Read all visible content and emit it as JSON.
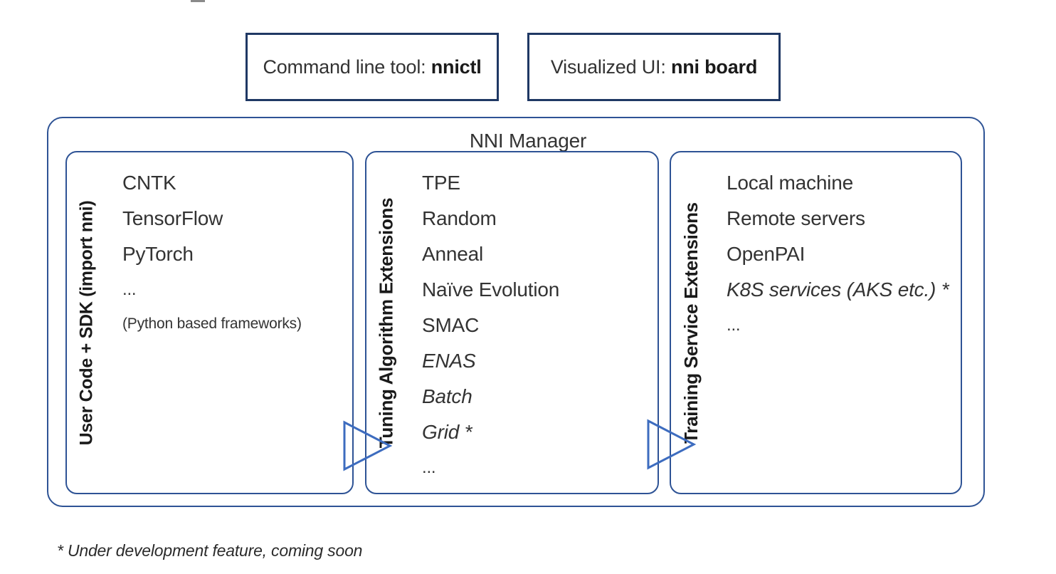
{
  "top_boxes": [
    {
      "prefix": "Command line tool: ",
      "strong": "nnictl"
    },
    {
      "prefix": "Visualized UI: ",
      "strong": "nni board"
    }
  ],
  "manager": {
    "title": "NNI Manager"
  },
  "panels": [
    {
      "vlabel": "User Code + SDK (import nni)",
      "items": [
        {
          "text": "CNTK",
          "style": "normal"
        },
        {
          "text": "TensorFlow",
          "style": "normal"
        },
        {
          "text": "PyTorch",
          "style": "normal"
        },
        {
          "text": "...",
          "style": "ellipsis"
        },
        {
          "text": "(Python based frameworks)",
          "style": "small"
        }
      ]
    },
    {
      "vlabel": "Tuning Algorithm Extensions",
      "items": [
        {
          "text": "TPE",
          "style": "normal"
        },
        {
          "text": "Random",
          "style": "normal"
        },
        {
          "text": "Anneal",
          "style": "normal"
        },
        {
          "text": "Naïve Evolution",
          "style": "normal"
        },
        {
          "text": "SMAC",
          "style": "normal"
        },
        {
          "text": "ENAS",
          "style": "italic"
        },
        {
          "text": "Batch",
          "style": "italic"
        },
        {
          "text": "Grid *",
          "style": "italic"
        },
        {
          "text": "...",
          "style": "ellipsis"
        }
      ]
    },
    {
      "vlabel": "Training Service Extensions",
      "items": [
        {
          "text": "Local machine",
          "style": "normal"
        },
        {
          "text": "Remote servers",
          "style": "normal"
        },
        {
          "text": "OpenPAI",
          "style": "normal"
        },
        {
          "text": "K8S services (AKS etc.) *",
          "style": "italic"
        },
        {
          "text": "...",
          "style": "ellipsis"
        }
      ]
    }
  ],
  "arrows": [
    {
      "name": "arrow-usercode-to-tuning",
      "direction": "right"
    },
    {
      "name": "arrow-tuning-to-training",
      "direction": "right"
    }
  ],
  "footnote": "* Under development feature, coming soon",
  "colors": {
    "box_border_dark": "#1F3864",
    "panel_border_blue": "#2E5395",
    "arrow_blue": "#3D6CBF",
    "text": "#333333"
  }
}
